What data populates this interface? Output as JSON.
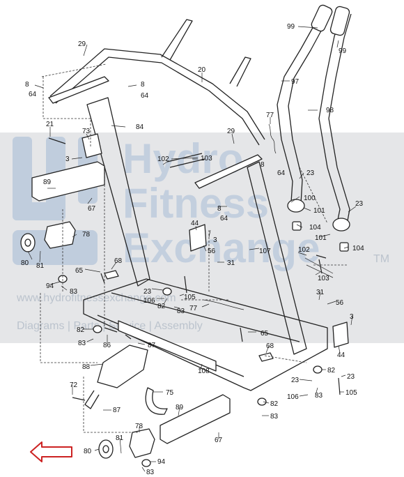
{
  "watermark": {
    "line1": "Hydro",
    "line2": "Fitness",
    "line3": "Exchange",
    "trademark": "TM",
    "url": "www.hydrofitnessexchange.com",
    "tagline": "Diagrams | Parts | Service | Assembly"
  },
  "colors": {
    "watermark_band": "#e5e6e8",
    "watermark_text": "#a9bdd6",
    "pointer_arrow": "#cc2222"
  },
  "labels": {
    "p29a": "29",
    "p20": "20",
    "p99a": "99",
    "p99b": "99",
    "p97": "97",
    "p98": "98",
    "p8a": "8",
    "p64a": "64",
    "p8b": "8",
    "p64b": "64",
    "p84": "84",
    "p77a": "77",
    "p21": "21",
    "p73": "73",
    "p3a": "3",
    "p29b": "29",
    "p102a": "102",
    "p103a": "103",
    "p8c": "8",
    "p64c": "64",
    "p23a": "23",
    "p100": "100",
    "p89a": "89",
    "p67a": "67",
    "p101a": "101",
    "p23b": "23",
    "p8d": "8",
    "p64d": "64",
    "p44a": "44",
    "p78a": "78",
    "p3b": "3",
    "p104a": "104",
    "p101b": "101",
    "p104b": "104",
    "p80a": "80",
    "p56a": "56",
    "p107": "107",
    "p102b": "102",
    "p81a": "81",
    "p31a": "31",
    "p68a": "68",
    "p65a": "65",
    "p103b": "103",
    "p94a": "94",
    "p83a": "83",
    "p23c": "23",
    "p106a": "106",
    "p105a": "105",
    "p31b": "31",
    "p82a": "82",
    "p83b": "83",
    "p77b": "77",
    "p56b": "56",
    "p3c": "3",
    "p82b": "82",
    "p65b": "65",
    "p44b": "44",
    "p83c": "83",
    "p86": "86",
    "p87a": "87",
    "p68b": "68",
    "p88": "88",
    "p108": "108",
    "p82c": "82",
    "p23d": "23",
    "p23e": "23",
    "p83d": "83",
    "p106b": "106",
    "p105b": "105",
    "p72": "72",
    "p75": "75",
    "p89b": "89",
    "p87b": "87",
    "p82d": "82",
    "p83e": "83",
    "p67b": "67",
    "p78b": "78",
    "p81b": "81",
    "p80b": "80",
    "p94b": "94",
    "p83f": "83"
  }
}
